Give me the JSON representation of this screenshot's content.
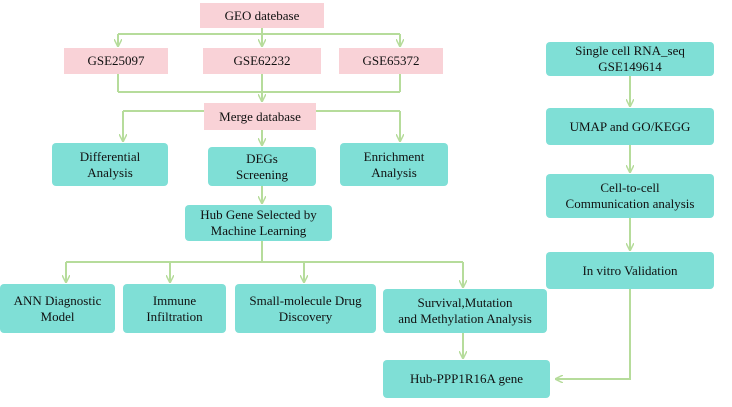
{
  "colors": {
    "pink_node": "#f9d2d7",
    "teal_node": "#7fdfd6",
    "connector": "#b6dc9b"
  },
  "nodes": {
    "geo": "GEO datebase",
    "gse25097": "GSE25097",
    "gse62232": "GSE62232",
    "gse65372": "GSE65372",
    "merge": "Merge database",
    "differential": "Differential\nAnalysis",
    "degs": "DEGs\nScreening",
    "enrichment": "Enrichment\nAnalysis",
    "hub_gene": "Hub Gene Selected by\nMachine Learning",
    "ann": "ANN Diagnostic\nModel",
    "immune": "Immune\nInfiltration",
    "small_molecule": "Small-molecule Drug\nDiscovery",
    "survival": "Survival,Mutation\nand Methylation Analysis",
    "hub_ppp": "Hub-PPP1R16A gene",
    "scrna": "Single cell RNA_seq\nGSE149614",
    "umap": "UMAP and GO/KEGG",
    "cell_comm": "Cell-to-cell\nCommunication analysis",
    "validation": "In vitro Validation"
  }
}
